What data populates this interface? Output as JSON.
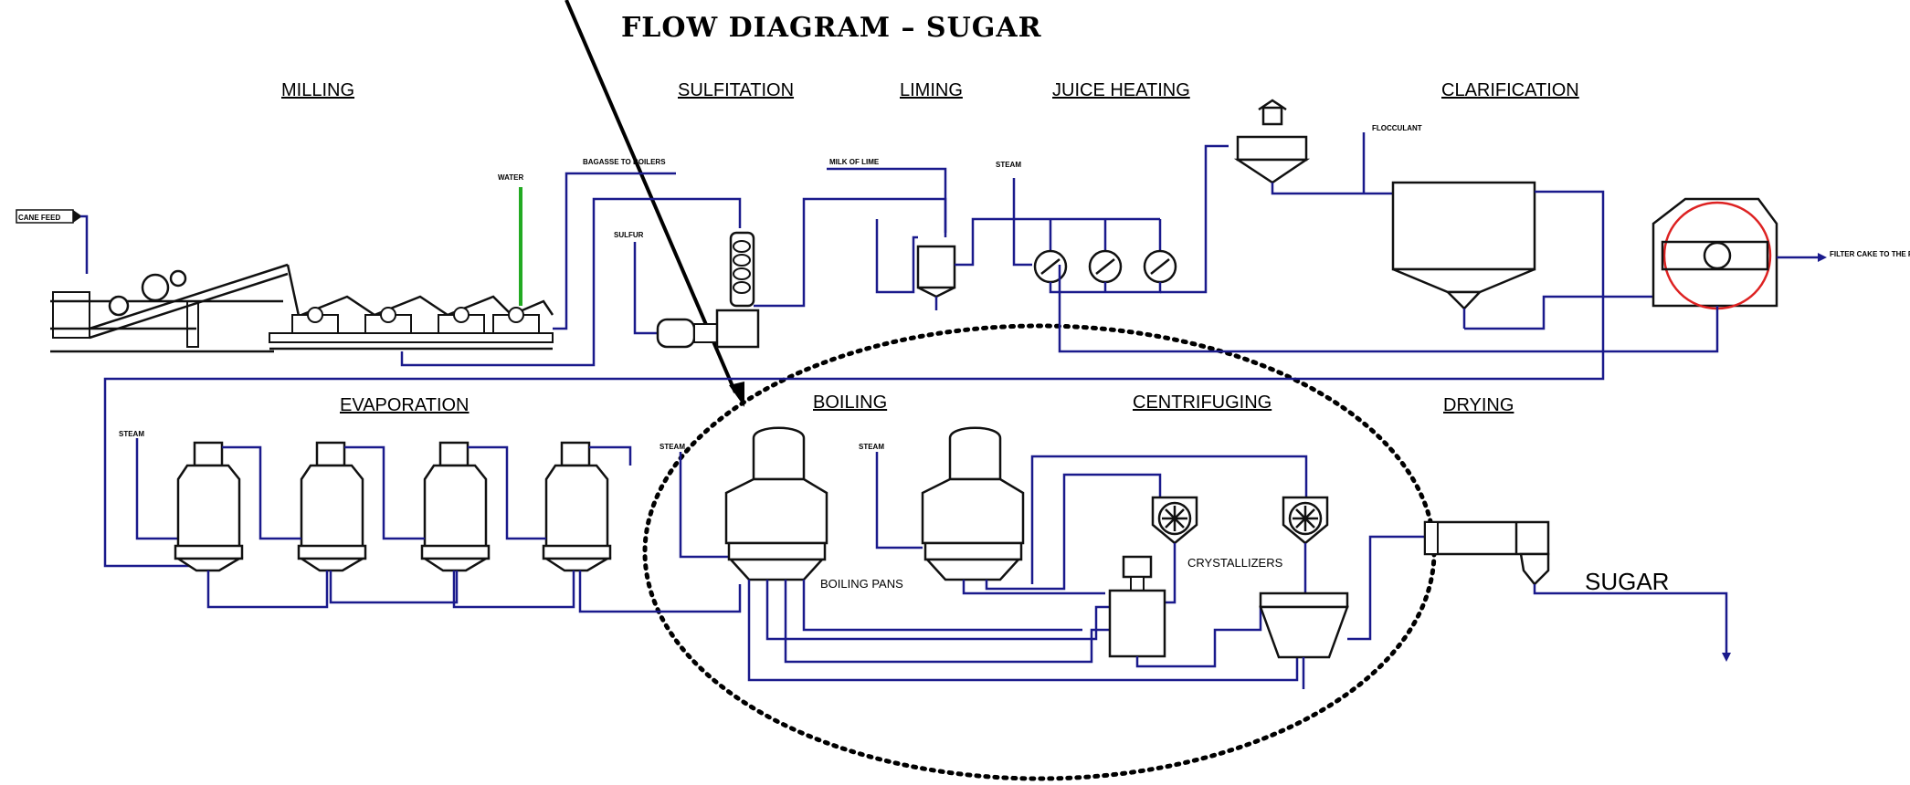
{
  "title": "FLOW DIAGRAM  –  SUGAR",
  "sections": {
    "milling": "MILLING",
    "sulfitation": "SULFITATION",
    "liming": "LIMING",
    "juice_heating": "JUICE  HEATING",
    "clarification": "CLARIFICATION",
    "evaporation": "EVAPORATION",
    "boiling": "BOILING",
    "centrifuging": "CENTRIFUGING",
    "drying": "DRYING"
  },
  "labels": {
    "cane_feed": "CANE  FEED",
    "water": "WATER",
    "bagasse": "BAGASSE TO BOILERS",
    "sulfur": "SULFUR",
    "milk_of_lime": "MILK  OF  LIME",
    "steam_heating": "STEAM",
    "flocculant": "FLOCCULANT",
    "filter_cake": "FILTER  CAKE TO THE FIELD",
    "steam_evap": "STEAM",
    "steam_boil1": "STEAM",
    "steam_boil2": "STEAM",
    "boiling_pans": "BOILING  PANS",
    "crystallizers": "CRYSTALLIZERS",
    "sugar": "SUGAR"
  },
  "colors": {
    "pipe": "#1a1a8c",
    "water": "#22aa22",
    "filter_drum": "#dd2222",
    "ink": "#111111"
  }
}
